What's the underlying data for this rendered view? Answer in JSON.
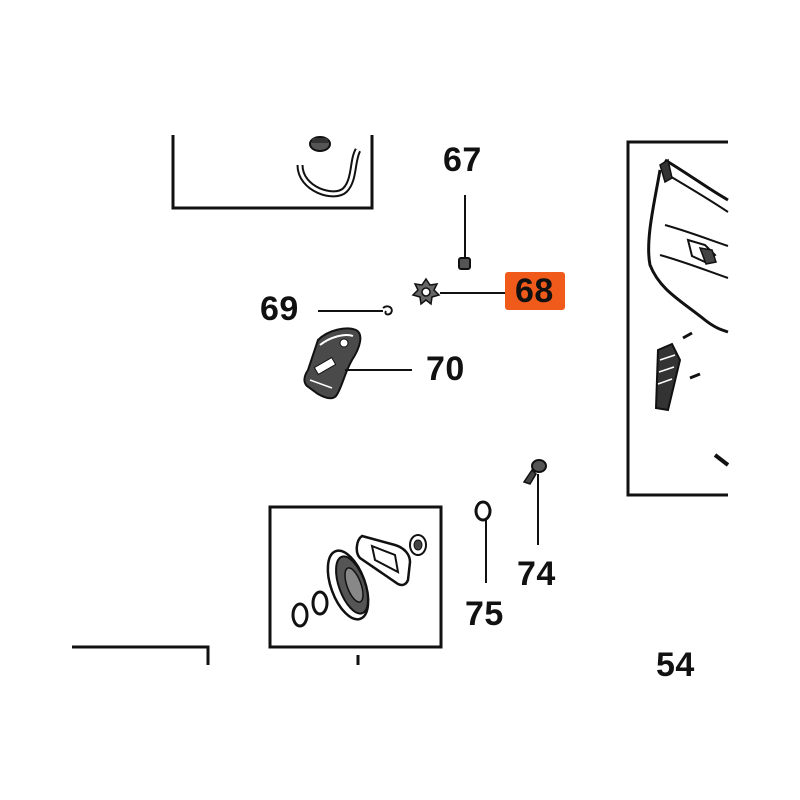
{
  "callouts": {
    "c67": "67",
    "c68": "68",
    "c69": "69",
    "c70": "70",
    "c74": "74",
    "c75": "75",
    "c54": "54"
  },
  "highlight": {
    "part": "68",
    "color": "#f05a1a"
  },
  "colors": {
    "ink": "#111111",
    "paper": "#ffffff",
    "part_fill": "#4a4a4a"
  }
}
